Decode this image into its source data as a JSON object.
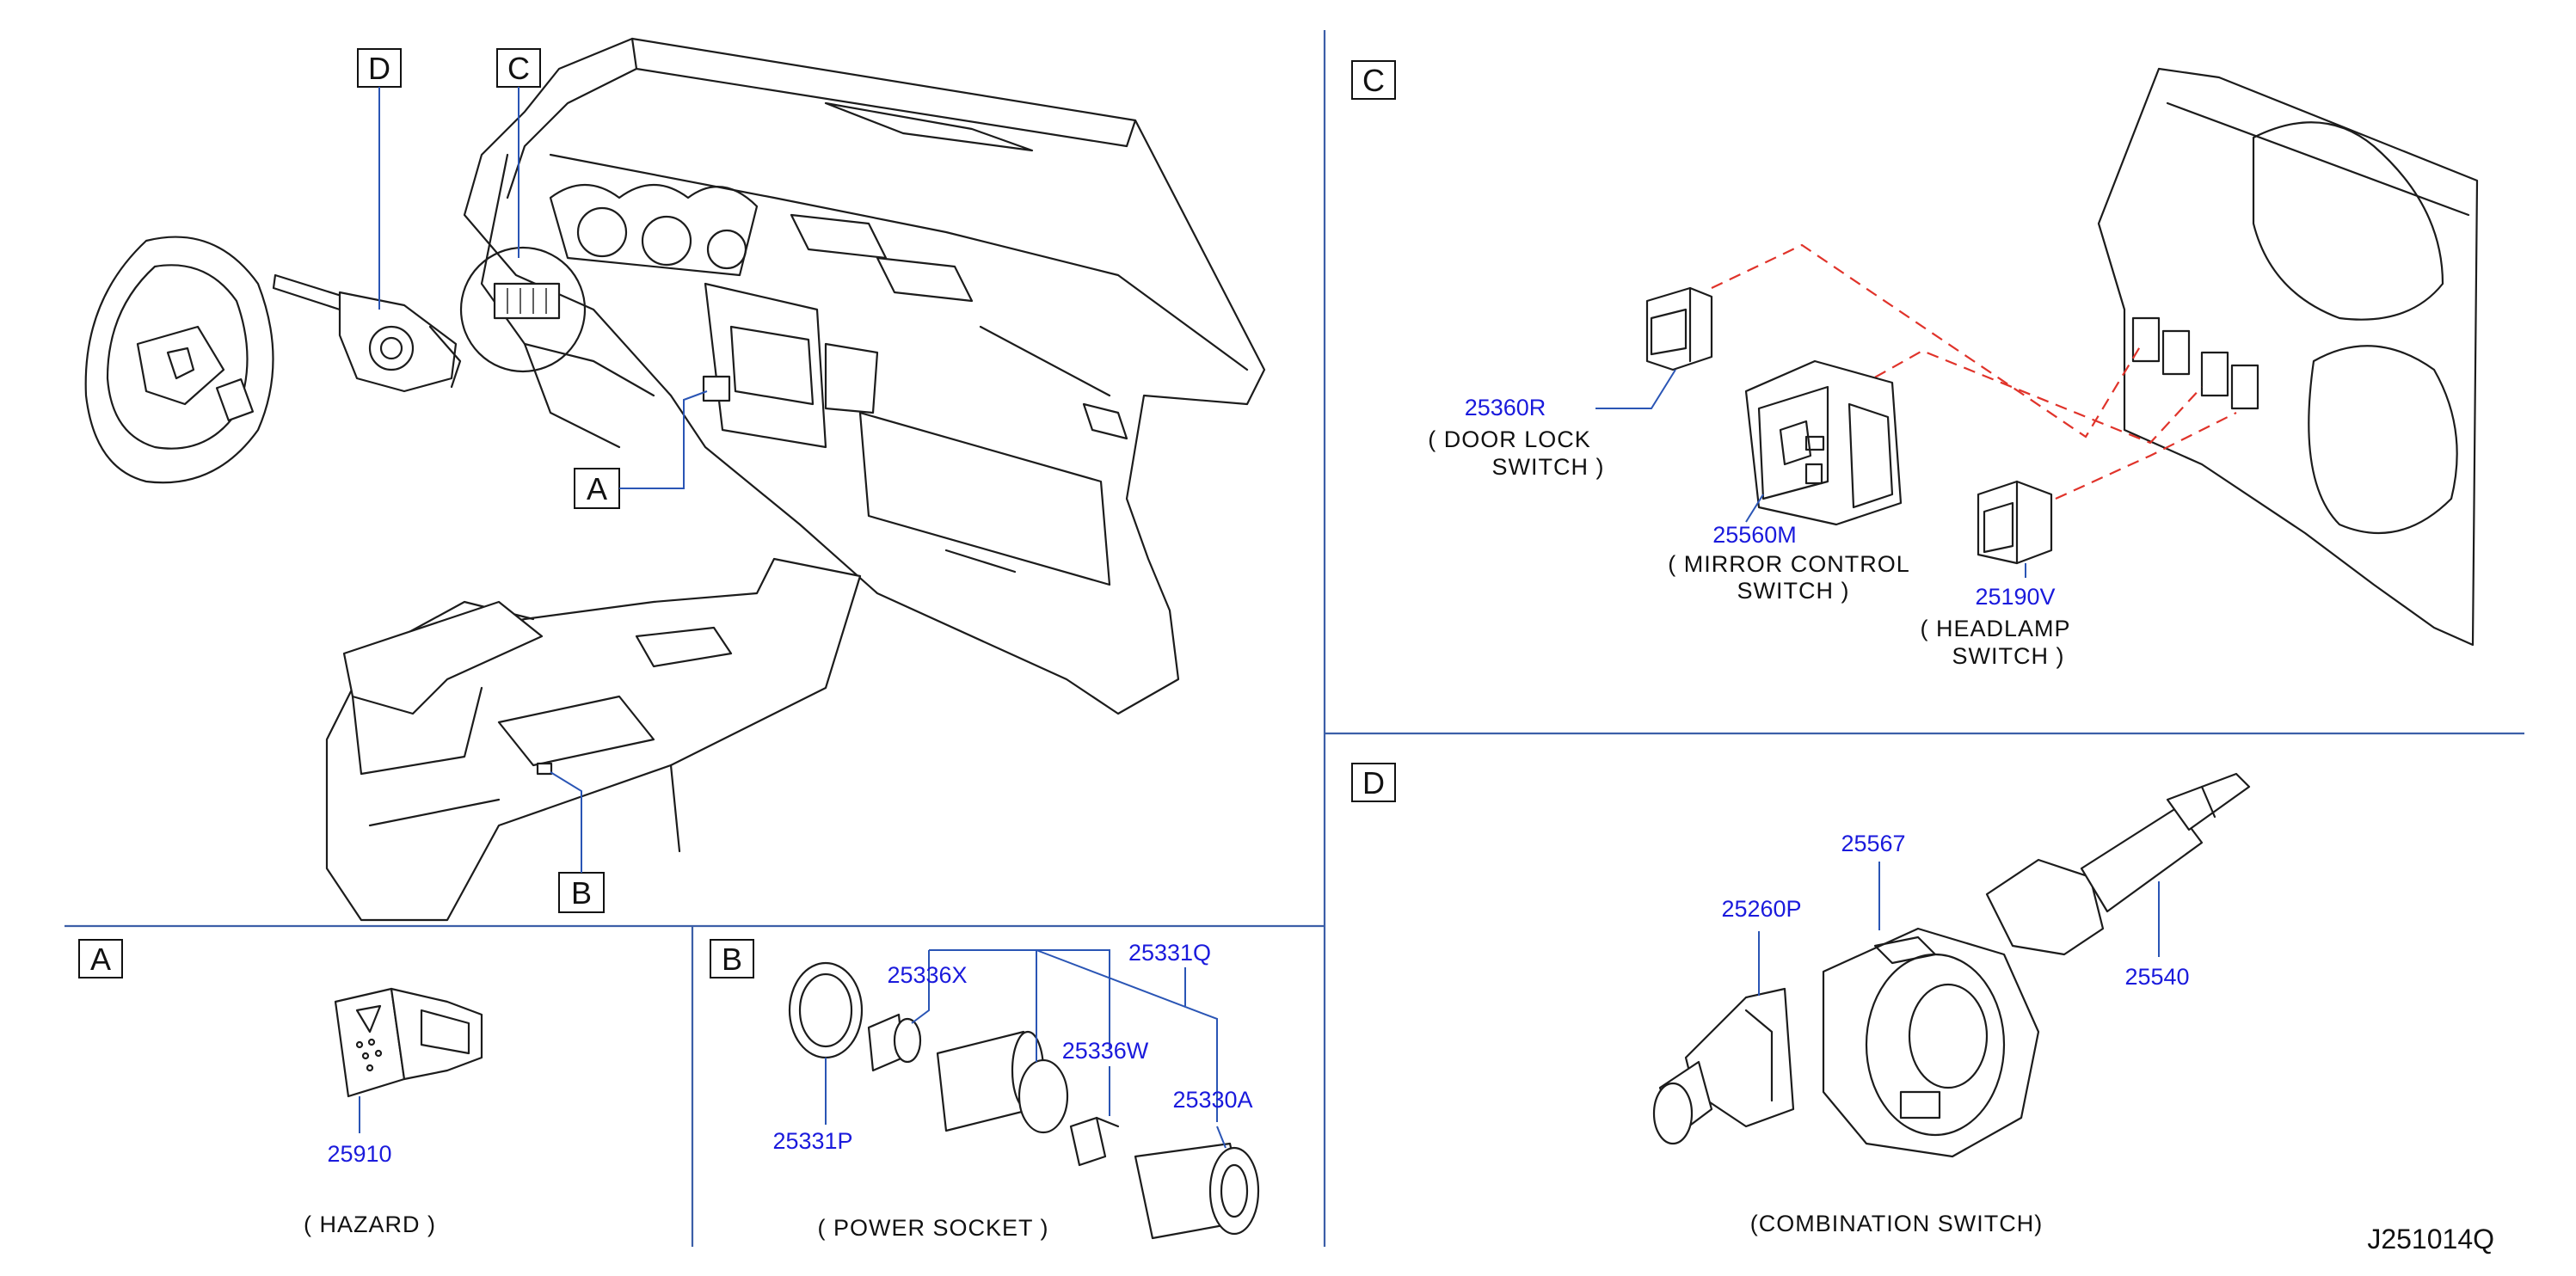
{
  "sections": {
    "overview": {
      "callouts": [
        "D",
        "C",
        "A",
        "B"
      ]
    },
    "A": {
      "letter": "A",
      "part": "25910",
      "caption": "( HAZARD )"
    },
    "B": {
      "letter": "B",
      "parts": [
        "25331Q",
        "25336X",
        "25336W",
        "25330A",
        "25331P"
      ],
      "caption": "( POWER   SOCKET )"
    },
    "C": {
      "letter": "C",
      "items": [
        {
          "part": "25360R",
          "caption_line1": "( DOOR   LOCK",
          "caption_line2": "SWITCH )"
        },
        {
          "part": "25560M",
          "caption_line1": "( MIRROR   CONTROL",
          "caption_line2": "SWITCH )"
        },
        {
          "part": "25190V",
          "caption_line1": "( HEADLAMP",
          "caption_line2": "SWITCH )"
        }
      ]
    },
    "D": {
      "letter": "D",
      "parts": [
        "25567",
        "25260P",
        "25540"
      ],
      "caption": "(COMBINATION   SWITCH)"
    }
  },
  "diagram_code": "J251014Q",
  "colors": {
    "part_number": "#1a1adc",
    "divider": "#3c5fa8",
    "hidden_connection": "#e0332a",
    "line_art": "#1c1c1c"
  }
}
